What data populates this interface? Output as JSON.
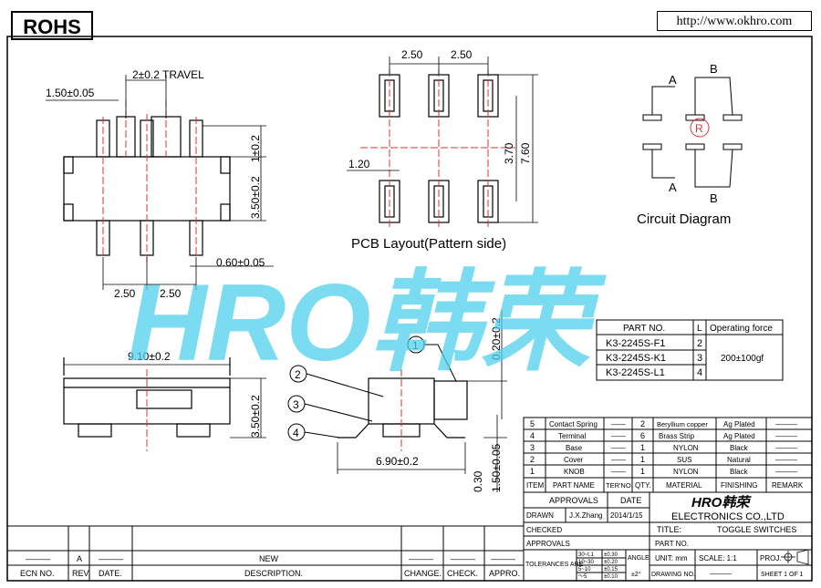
{
  "header": {
    "badge": "ROHS",
    "url": "http://www.okhro.com"
  },
  "dims": {
    "travel": "2±0.2 TRAVEL",
    "d150": "1.50±0.05",
    "d1": "1±0.2",
    "d350": "3.50±0.2",
    "d250a": "2.50",
    "d250b": "2.50",
    "d060": "0.60±0.05",
    "pcb_250a": "2.50",
    "pcb_250b": "2.50",
    "pcb_120": "1.20",
    "pcb_370": "3.70",
    "pcb_760": "7.60",
    "pcb_caption": "PCB Layout(Pattern side)",
    "side_910": "9.10±0.2",
    "side_350": "3.50±0.2",
    "side_020": "0.20±0.2",
    "side_690": "6.90±0.2",
    "side_150": "1.50±0.05",
    "side_030": "0.30"
  },
  "circuit": {
    "a_top": "A",
    "b_top": "B",
    "a_bot": "A",
    "b_bot": "B",
    "caption": "Circuit Diagram",
    "reg": "R"
  },
  "callouts": [
    "1",
    "2",
    "3",
    "4"
  ],
  "watermark": "HRO韩荣",
  "parts_table": {
    "headers": [
      "PART NO.",
      "L",
      "Operating force"
    ],
    "rows": [
      [
        "K3-2245S-F1",
        "2"
      ],
      [
        "K3-2245S-K1",
        "3"
      ],
      [
        "K3-2245S-L1",
        "4"
      ]
    ],
    "force": "200±100gf"
  },
  "bom": {
    "rows": [
      [
        "5",
        "Contact Spring",
        "——",
        "2",
        "Beryllium copper",
        "Ag Plated",
        "———"
      ],
      [
        "4",
        "Terminal",
        "——",
        "6",
        "Brass Strip",
        "Ag Plated",
        "———"
      ],
      [
        "3",
        "Base",
        "——",
        "1",
        "NYLON",
        "Black",
        "———"
      ],
      [
        "2",
        "Cover",
        "——",
        "1",
        "SUS",
        "Natural",
        "———"
      ],
      [
        "1",
        "KNOB",
        "——",
        "1",
        "NYLON",
        "Black",
        "———"
      ]
    ],
    "headers": [
      "ITEM",
      "PART NAME",
      "TER'NO.",
      "QTY.",
      "MATERIAL",
      "FINISHING",
      "REMARK"
    ]
  },
  "title_block": {
    "approvals": "APPROVALS",
    "date": "DATE",
    "drawn": "DRAWN",
    "drawn_by": "J.X.Zhang",
    "drawn_date": "2014/1/15",
    "checked": "CHECKED",
    "approvals2": "APPROVALS",
    "logo": "HRO韩荣",
    "company": "ELECTRONICS CO.,LTD",
    "title_label": "TITLE:",
    "title": "TOGGLE SWITCHES",
    "partno_label": "PART NO.",
    "tol_label": "TOLERANCES ARE",
    "tol_rows": [
      [
        "30~t.1",
        "±0.30"
      ],
      [
        "10~30",
        "±0.20"
      ],
      [
        "5~10",
        "±0.15"
      ],
      [
        "～5",
        "±0.10"
      ]
    ],
    "angle": "ANGLE",
    "angle_val": "±2°",
    "unit": "UNIT: mm",
    "scale": "SCALE: 1:1",
    "proj": "PROJ.",
    "drawing_no": "DRAWING NO.",
    "drawing_no_val": "———",
    "sheet": "SHEET 1 OF 1"
  },
  "revision": {
    "new": "NEW",
    "rev_a": "A",
    "dash": "———",
    "headers": [
      "ECN NO.",
      "REV.",
      "DATE.",
      "DESCRIPTION.",
      "CHANGE.",
      "CHECK.",
      "APPRO."
    ]
  }
}
